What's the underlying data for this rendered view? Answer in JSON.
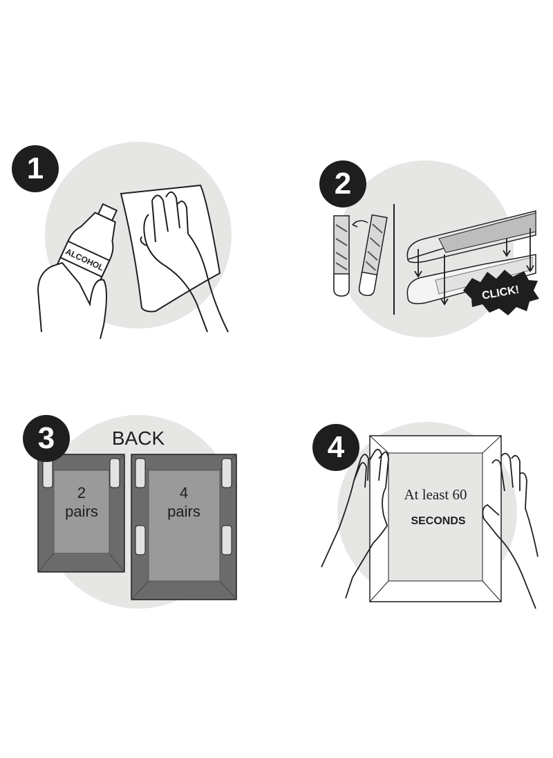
{
  "steps": [
    {
      "number": "1",
      "bottle_label": "ALCOHOL"
    },
    {
      "number": "2",
      "click_label": "CLICK!"
    },
    {
      "number": "3",
      "back_label": "BACK",
      "small_frame": {
        "count": "2",
        "unit": "pairs"
      },
      "large_frame": {
        "count": "4",
        "unit": "pairs"
      }
    },
    {
      "number": "4",
      "duration_text": "At least 60",
      "duration_unit": "SECONDS"
    }
  ],
  "colors": {
    "ink": "#1e1e1e",
    "backdrop": "#e6e6e4",
    "frame_dark": "#6b6b6b",
    "frame_inner": "#9a9a9a",
    "strip": "#d8d8d8"
  }
}
